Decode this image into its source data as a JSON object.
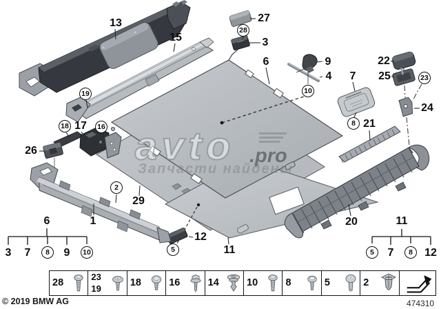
{
  "watermark": {
    "brand": "avto",
    "tld": ".pro",
    "tagline": "Запчасти найдены"
  },
  "footer": {
    "copyright": "© 2019 BMW AG",
    "diagram_number": "474310"
  },
  "colors": {
    "background": "#ffffff",
    "ink": "#0b0d0f",
    "panel_light": "#c2c6ca",
    "panel_dark": "#35393f"
  },
  "callouts": {
    "plain": {
      "p1": "1",
      "p3": "3",
      "p4": "4",
      "p6": "6",
      "p7": "7",
      "p9": "9",
      "p11": "11",
      "p12": "12",
      "p13": "13",
      "p15": "15",
      "p17": "17",
      "p20": "20",
      "p21": "21",
      "p22": "22",
      "p24": "24",
      "p25": "25",
      "p26": "26",
      "p27": "27",
      "p29": "29"
    },
    "circled": {
      "c2": "2",
      "c5": "5",
      "c8": "8",
      "c10": "10",
      "c16": "16",
      "c18": "18",
      "c19": "19",
      "c23": "23",
      "c28": "28"
    }
  },
  "trees": [
    {
      "root": "6",
      "leaves": [
        {
          "ref": "3",
          "circled": false
        },
        {
          "ref": "7",
          "circled": false
        },
        {
          "ref": "8",
          "circled": true
        },
        {
          "ref": "9",
          "circled": false
        },
        {
          "ref": "10",
          "circled": true
        }
      ]
    },
    {
      "root": "11",
      "leaves": [
        {
          "ref": "5",
          "circled": true
        },
        {
          "ref": "7",
          "circled": false
        },
        {
          "ref": "8",
          "circled": true
        },
        {
          "ref": "12",
          "circled": false
        }
      ]
    }
  ],
  "fastener_table": {
    "cells": [
      {
        "refs": [
          "28"
        ],
        "icon": "pan-head-screw"
      },
      {
        "refs": [
          "23",
          "19"
        ],
        "icon": "washer-head-screw"
      },
      {
        "refs": [
          "18"
        ],
        "icon": "round-head-screw"
      },
      {
        "refs": [
          "16"
        ],
        "icon": "hex-flange-bolt"
      },
      {
        "refs": [
          "14"
        ],
        "icon": "push-pin-rivet"
      },
      {
        "refs": [
          "10"
        ],
        "icon": "pan-head-screw"
      },
      {
        "refs": [
          "8"
        ],
        "icon": "round-head-screw"
      },
      {
        "refs": [
          "5"
        ],
        "icon": "oval-head-screw"
      },
      {
        "refs": [
          "2"
        ],
        "icon": "expanding-nut"
      },
      {
        "refs": [],
        "icon": "continuation-arrow"
      }
    ]
  }
}
